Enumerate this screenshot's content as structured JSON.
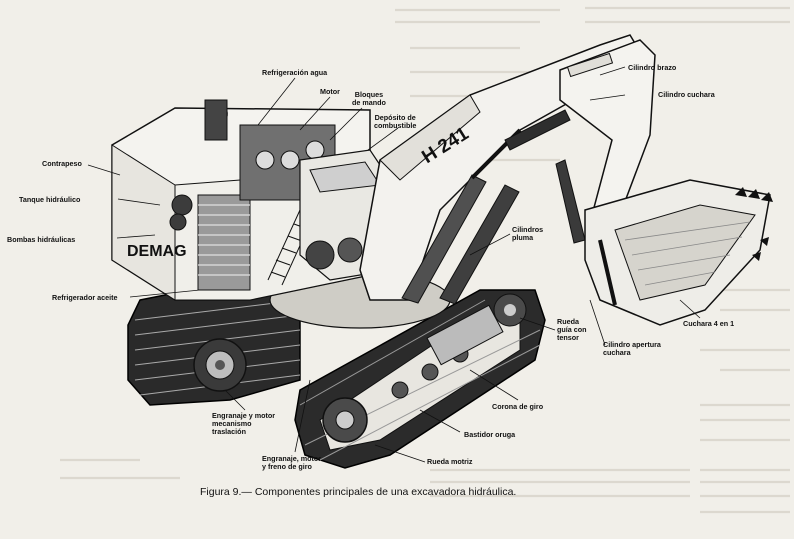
{
  "figure": {
    "caption": "Figura 9.— Componentes principales de una excavadora hidráulica.",
    "machine_brand": "DEMAG",
    "machine_model": "H 241"
  },
  "labels": {
    "refrigeracion_agua": "Refrigeración agua",
    "motor": "Motor",
    "bloques_mando": [
      "Bloques",
      "de mando"
    ],
    "deposito_combustible": [
      "Depósito de",
      "combustible"
    ],
    "cilindro_brazo": "Cilindro brazo",
    "cilindro_cuchara": "Cilindro cuchara",
    "contrapeso": "Contrapeso",
    "tanque_hidraulico": "Tanque hidráulico",
    "bombas_hidraulicas": "Bombas hidráulicas",
    "cilindros_pluma": [
      "Cilindros",
      "pluma"
    ],
    "refrigerador_aceite": "Refrigerador aceite",
    "rueda_guia": [
      "Rueda",
      "guía con",
      "tensor"
    ],
    "cilindro_apertura": [
      "Cilindro apertura",
      "cuchara"
    ],
    "cuchara_4en1": "Cuchara 4 en 1",
    "corona_giro": "Corona de giro",
    "bastidor_oruga": "Bastidor oruga",
    "rueda_motriz": "Rueda motriz",
    "engranaje_traslacion": [
      "Engranaje y motor",
      "mecanismo",
      "traslación"
    ],
    "engranaje_giro": [
      "Engranaje, motor",
      "y freno de giro"
    ]
  }
}
